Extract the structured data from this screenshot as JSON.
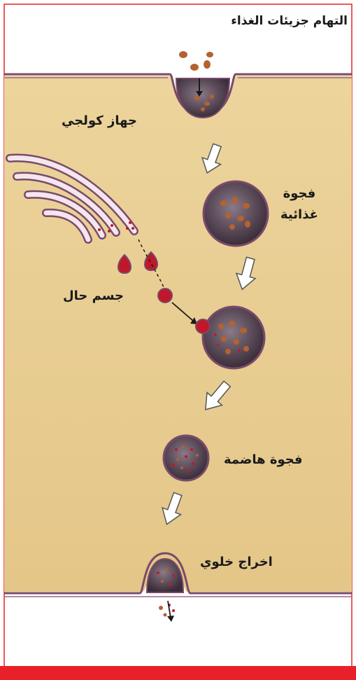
{
  "labels": {
    "title": "التهام جزيئات الغذاء",
    "golgi": "جهاز كولجي",
    "food_vacuole_line1": "فجوة",
    "food_vacuole_line2": "غذائية",
    "lysosome": "جسم حال",
    "digestive_vacuole": "فجوة هاضمة",
    "exocytosis": "اخراج خلوي"
  },
  "colors": {
    "cytoplasm": "#e9cf96",
    "membrane": "#7a4a6a",
    "vesicle": "#4a3a48",
    "particle": "#b5622e",
    "lysosome": "#c0182a",
    "accent_bar": "#e8202a",
    "frame_border": "#e8202a"
  }
}
